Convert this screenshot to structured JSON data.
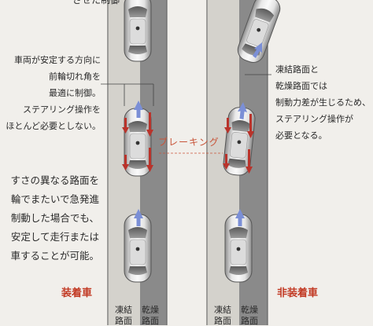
{
  "top_fragment": "させた制御",
  "left_desc_lines": [
    "車両が安定する方向に",
    "前輪切れ角を",
    "最適に制御。",
    "ステアリング操作を",
    "ほとんど必要としない。"
  ],
  "left_body_lines": [
    "すさの異なる路面を",
    "輪でまたいで急発進",
    "制動した場合でも、",
    "安定して走行または",
    "車することが可能。"
  ],
  "right_desc_lines": [
    "凍結路面と",
    "乾燥路面では",
    "制動力差が生じるため、",
    "ステアリング操作が",
    "必要となる。"
  ],
  "brake_label": "ブレーキング",
  "label_equipped": "装着車",
  "label_not_equipped": "非装着車",
  "bottom_labels": [
    "凍結",
    "乾燥",
    "凍結",
    "乾燥"
  ],
  "bottom_labels2": [
    "路面",
    "路面",
    "路面",
    "路面"
  ],
  "colors": {
    "arrow_blue": "#7b8fd6",
    "arrow_red": "#b9332b",
    "road_light": "#cfcdc8",
    "road_dark": "#808080",
    "accent_red": "#c23a24"
  }
}
